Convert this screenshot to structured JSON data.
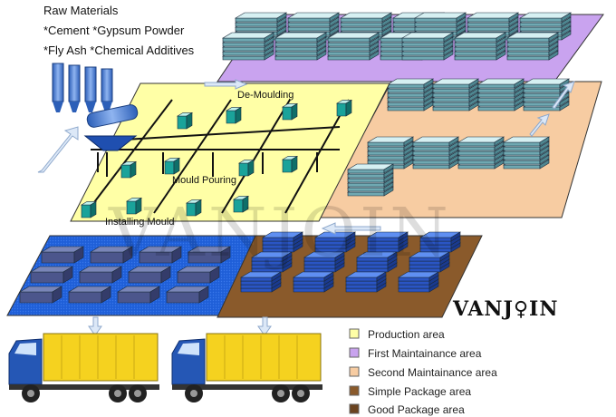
{
  "raw_materials": {
    "title": "Raw Materials",
    "line1": "*Cement *Gypsum Powder",
    "line2": "*Fly Ash  *Chemical Additives"
  },
  "area_labels": {
    "demoulding": "De-Moulding",
    "mould_pouring": "Mould Pouring",
    "installing_mould": "Installing Mould"
  },
  "brand": "VANJ♀IN",
  "watermark": "VANJOIN",
  "legend": [
    {
      "label": "Production area",
      "color": "#ffffa6"
    },
    {
      "label": "First Maintainance area",
      "color": "#c9a3ef"
    },
    {
      "label": "Second Maintainance area",
      "color": "#f7cca2"
    },
    {
      "label": "Simple Package area",
      "color": "#8a5a2b"
    },
    {
      "label": "Good Package area",
      "color": "#6b4420"
    }
  ]
}
